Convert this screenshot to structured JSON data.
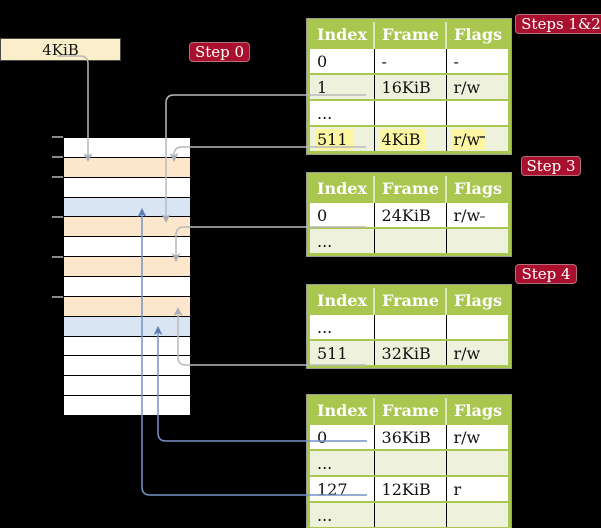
{
  "frame_box": {
    "label": "4KiB"
  },
  "badges": {
    "step0": "Step 0",
    "steps12": "Steps 1&2",
    "step3": "Step 3",
    "step4": "Step 4"
  },
  "colors": {
    "background": "#000000",
    "badge_red": "#a8102e",
    "table_header_green": "#a9c64e",
    "table_row_green": "#eef2dd",
    "highlight_yellow": "#fcf6a2",
    "frame_peach": "#fde7cc",
    "frame_blue": "#d9e5f3",
    "box_cream": "#fbeecb",
    "arrow_gray": "#b9b9b9",
    "arrow_blue": "#7494c6"
  },
  "memory": {
    "rows": [
      {
        "color": "#ffffff"
      },
      {
        "color": "#fde7cc"
      },
      {
        "color": "#ffffff"
      },
      {
        "color": "#d9e5f3"
      },
      {
        "color": "#fde7cc"
      },
      {
        "color": "#ffffff"
      },
      {
        "color": "#fde7cc"
      },
      {
        "color": "#ffffff"
      },
      {
        "color": "#fde7cc"
      },
      {
        "color": "#d9e5f3"
      },
      {
        "color": "#ffffff"
      },
      {
        "color": "#ffffff"
      },
      {
        "color": "#ffffff"
      },
      {
        "color": "#ffffff"
      }
    ]
  },
  "tables": [
    {
      "columns": [
        "Index",
        "Frame",
        "Flags"
      ],
      "rows": [
        {
          "cells": [
            "0",
            "-",
            "-"
          ],
          "shaded": false,
          "highlighted": false
        },
        {
          "cells": [
            "1",
            "16KiB",
            "r/w"
          ],
          "shaded": true,
          "highlighted": false
        },
        {
          "cells": [
            "...",
            "",
            ""
          ],
          "shaded": false,
          "highlighted": false
        },
        {
          "cells": [
            "511",
            "4KiB",
            "r/w"
          ],
          "shaded": true,
          "highlighted": true
        }
      ]
    },
    {
      "columns": [
        "Index",
        "Frame",
        "Flags"
      ],
      "rows": [
        {
          "cells": [
            "0",
            "24KiB",
            "r/w"
          ],
          "shaded": false,
          "highlighted": false
        },
        {
          "cells": [
            "...",
            "",
            ""
          ],
          "shaded": true,
          "highlighted": false
        }
      ]
    },
    {
      "columns": [
        "Index",
        "Frame",
        "Flags"
      ],
      "rows": [
        {
          "cells": [
            "...",
            "",
            ""
          ],
          "shaded": false,
          "highlighted": false
        },
        {
          "cells": [
            "511",
            "32KiB",
            "r/w"
          ],
          "shaded": true,
          "highlighted": false
        }
      ]
    },
    {
      "columns": [
        "Index",
        "Frame",
        "Flags"
      ],
      "rows": [
        {
          "cells": [
            "0",
            "36KiB",
            "r/w"
          ],
          "shaded": false,
          "highlighted": false
        },
        {
          "cells": [
            "...",
            "",
            ""
          ],
          "shaded": true,
          "highlighted": false
        },
        {
          "cells": [
            "127",
            "12KiB",
            "r"
          ],
          "shaded": false,
          "highlighted": false
        },
        {
          "cells": [
            "...",
            "",
            ""
          ],
          "shaded": true,
          "highlighted": false
        }
      ]
    }
  ],
  "arrows": [
    {
      "from": "4KiB-box",
      "to": "memory-frame-4KiB",
      "color": "gray"
    },
    {
      "from": "table1-entry-1",
      "to": "memory-frame-16KiB",
      "color": "gray"
    },
    {
      "from": "table1-entry-511",
      "to": "memory-frame-4KiB",
      "color": "gray"
    },
    {
      "from": "table2-entry-0",
      "to": "memory-frame-24KiB",
      "color": "gray"
    },
    {
      "from": "table3-entry-511",
      "to": "memory-frame-32KiB",
      "color": "gray"
    },
    {
      "from": "table4-entry-0",
      "to": "memory-frame-36KiB",
      "color": "blue"
    },
    {
      "from": "table4-entry-127",
      "to": "memory-frame-12KiB",
      "color": "blue"
    }
  ]
}
